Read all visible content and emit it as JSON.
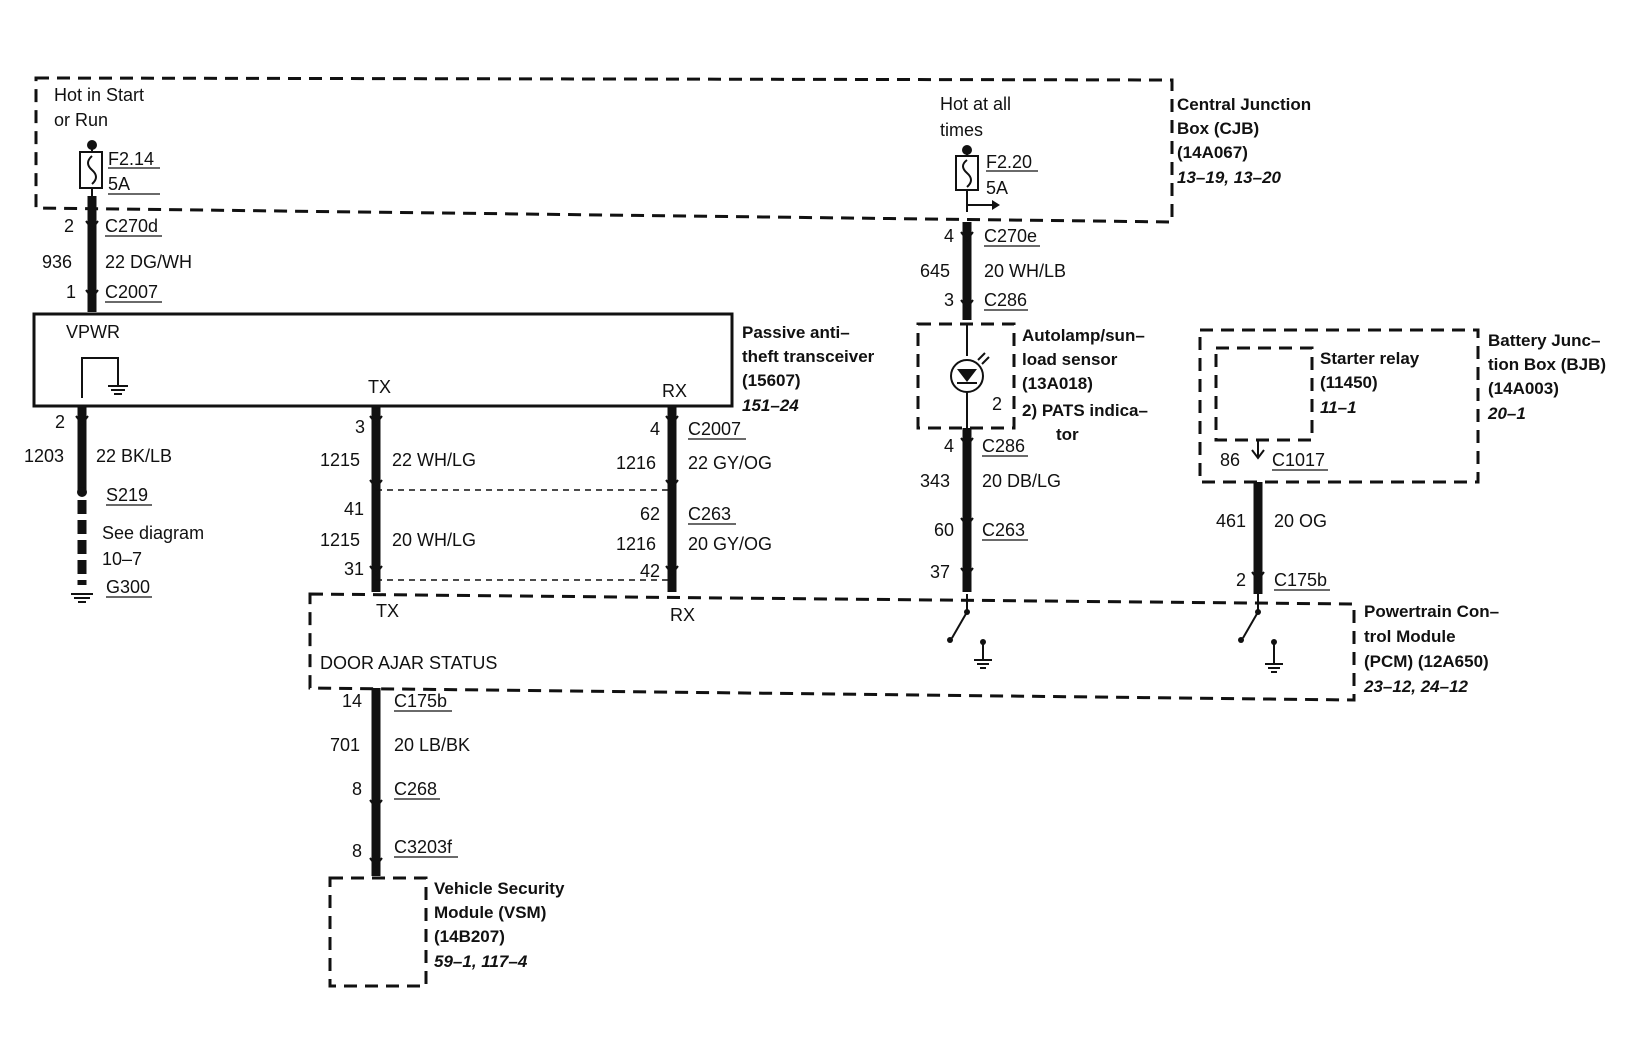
{
  "cjb": {
    "title": [
      "Central Junction",
      "Box (CJB)",
      "(14A067)"
    ],
    "ref": "13–19, 13–20",
    "left_feed": [
      "Hot in Start",
      "or Run"
    ],
    "right_feed": [
      "Hot at all",
      "times"
    ],
    "fuse_a": {
      "id": "F2.14",
      "rating": "5A"
    },
    "fuse_b": {
      "id": "F2.20",
      "rating": "5A"
    }
  },
  "vpwr_wire": {
    "top_pin": "2",
    "top_conn": "C270d",
    "circuit": "936",
    "spec": "22 DG/WH",
    "bot_pin": "1",
    "bot_conn": "C2007"
  },
  "patt": {
    "title": [
      "Passive anti–",
      "theft transceiver",
      "(15607)"
    ],
    "ref": "151–24",
    "vpwr": "VPWR",
    "tx": "TX",
    "rx": "RX"
  },
  "ground_wire": {
    "pin": "2",
    "circuit": "1203",
    "spec": "22 BK/LB",
    "splice": "S219",
    "note": [
      "See diagram",
      "10–7"
    ],
    "ground": "G300"
  },
  "tx_wire": {
    "pin1": "3",
    "circuit1": "1215",
    "spec1": "22 WH/LG",
    "pin2": "41",
    "circuit2": "1215",
    "spec2": "20 WH/LG",
    "pin3": "31"
  },
  "rx_wire": {
    "pin1": "4",
    "conn1": "C2007",
    "circuit1": "1216",
    "spec1": "22 GY/OG",
    "pin2": "62",
    "conn2": "C263",
    "circuit2": "1216",
    "spec2": "20 GY/OG",
    "pin3": "42"
  },
  "sensor_wire_top": {
    "pin1": "4",
    "conn1": "C270e",
    "circuit": "645",
    "spec": "20 WH/LB",
    "pin2": "3",
    "conn2": "C286"
  },
  "sensor": {
    "title": [
      "Autolamp/sun–",
      "load sensor",
      "(13A018)"
    ],
    "note": [
      "2)  PATS indica–",
      "tor"
    ],
    "pin": "2"
  },
  "sensor_wire_bottom": {
    "pin1": "4",
    "conn1": "C286",
    "circuit": "343",
    "spec": "20 DB/LG",
    "pin2": "60",
    "conn2": "C263",
    "pin3": "37"
  },
  "bjb": {
    "title": [
      "Battery Junc–",
      "tion Box (BJB)",
      "(14A003)"
    ],
    "ref": "20–1"
  },
  "starter": {
    "title": [
      "Starter relay",
      "(11450)"
    ],
    "ref": "11–1",
    "pin": "86",
    "conn": "C1017"
  },
  "starter_wire": {
    "circuit": "461",
    "spec": "20 OG",
    "pin": "2",
    "conn": "C175b"
  },
  "pcm": {
    "title": [
      "Powertrain Con–",
      "trol Module",
      "(PCM) (12A650)"
    ],
    "ref": "23–12, 24–12",
    "tx": "TX",
    "rx": "RX",
    "status": "DOOR AJAR STATUS"
  },
  "vsm_wire": {
    "pin1": "14",
    "conn1": "C175b",
    "circuit": "701",
    "spec": "20 LB/BK",
    "pin2": "8",
    "conn2": "C268",
    "pin3": "8",
    "conn3": "C3203f"
  },
  "vsm": {
    "title": [
      "Vehicle Security",
      "Module (VSM)",
      "(14B207)"
    ],
    "ref": "59–1, 117–4"
  }
}
